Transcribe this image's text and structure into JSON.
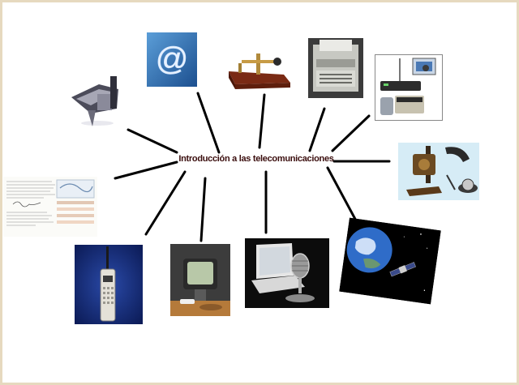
{
  "diagram": {
    "title": "Introducción a las telecomunicaciones",
    "nodes": [
      {
        "name": "fax-machine",
        "icon": "fax-machine-icon"
      },
      {
        "name": "at-sign-email",
        "icon": "at-sign-icon"
      },
      {
        "name": "telegraph-key",
        "icon": "telegraph-key-icon"
      },
      {
        "name": "teletype-printer",
        "icon": "printer-icon"
      },
      {
        "name": "computer-network",
        "icon": "network-icon"
      },
      {
        "name": "early-telephone",
        "icon": "telephone-icon"
      },
      {
        "name": "handwritten-letter",
        "icon": "letter-icon"
      },
      {
        "name": "cell-phone",
        "icon": "mobile-phone-icon"
      },
      {
        "name": "retro-television",
        "icon": "television-icon"
      },
      {
        "name": "laptop-microphone",
        "icon": "microphone-icon"
      },
      {
        "name": "earth-satellite",
        "icon": "satellite-icon"
      }
    ]
  },
  "colors": {
    "frame": "#e6d9bf",
    "title": "#3a0d0d",
    "connector": "#000000"
  }
}
